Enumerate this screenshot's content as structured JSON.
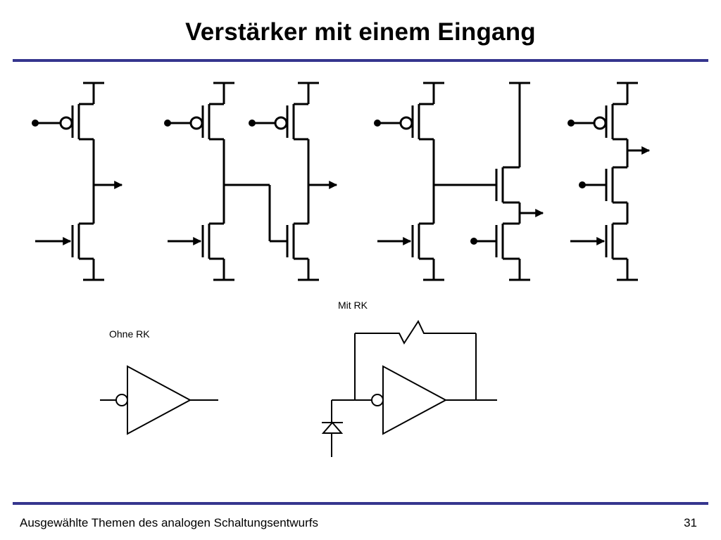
{
  "slide": {
    "title": "Verstärker mit einem Eingang",
    "footer": "Ausgewählte Themen des analogen Schaltungsentwurfs",
    "page_number": "31"
  },
  "diagram": {
    "label_without_feedback": "Ohne RK",
    "label_with_feedback": "Mit RK"
  },
  "colors": {
    "rule": "#35358e",
    "line": "#000000",
    "background": "#ffffff"
  }
}
